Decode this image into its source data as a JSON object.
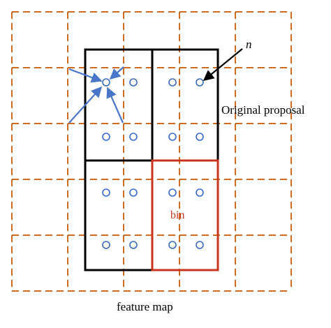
{
  "labels": {
    "n": "n",
    "original_proposal": "Original proposal",
    "bin": "bin",
    "feature_map": "feature map"
  },
  "colors": {
    "grid": "#d2691e",
    "proposal": "#000000",
    "bin": "#c8341c",
    "point": "#3a6cc4",
    "arrow": "#4a76c9",
    "text": "#000000",
    "bin_text": "#c8341c"
  }
}
